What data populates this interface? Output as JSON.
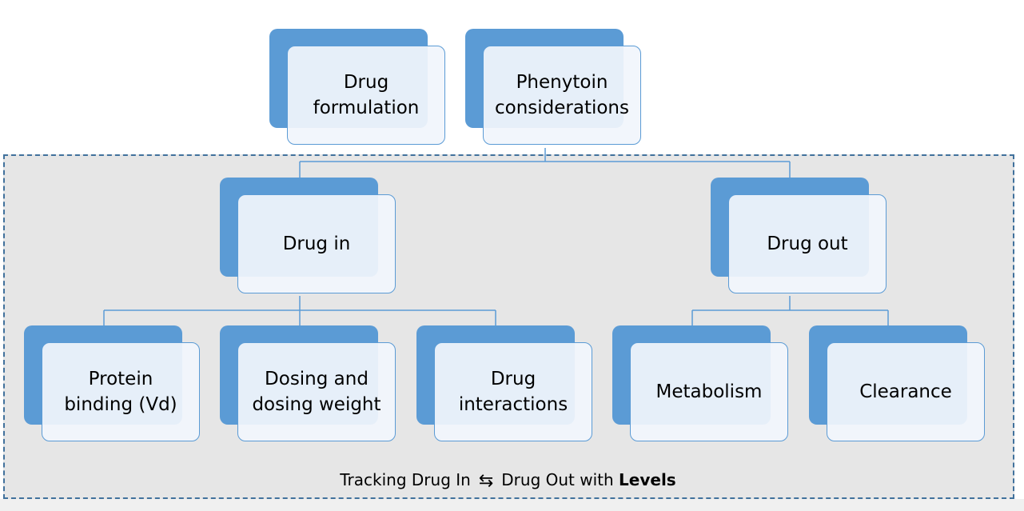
{
  "nodes": {
    "drug_formulation": "Drug\nformulation",
    "phenytoin_considerations": "Phenytoin\nconsiderations",
    "drug_in": "Drug in",
    "drug_out": "Drug out",
    "protein_binding": "Protein\nbinding (Vd)",
    "dosing_weight": "Dosing and\ndosing weight",
    "drug_interactions": "Drug\ninteractions",
    "metabolism": "Metabolism",
    "clearance": "Clearance"
  },
  "caption": {
    "left": "Tracking Drug In",
    "arrows": "⇆",
    "right": "Drug Out with ",
    "emphasis": "Levels"
  },
  "colors": {
    "box_back": "#5b9bd5",
    "box_front": "#f1f5fc",
    "region_fill": "#e6e6e6",
    "region_border": "#41719c",
    "connector": "#5b9bd5"
  },
  "icons": {
    "caption_arrows": "left-right-arrows-icon"
  }
}
